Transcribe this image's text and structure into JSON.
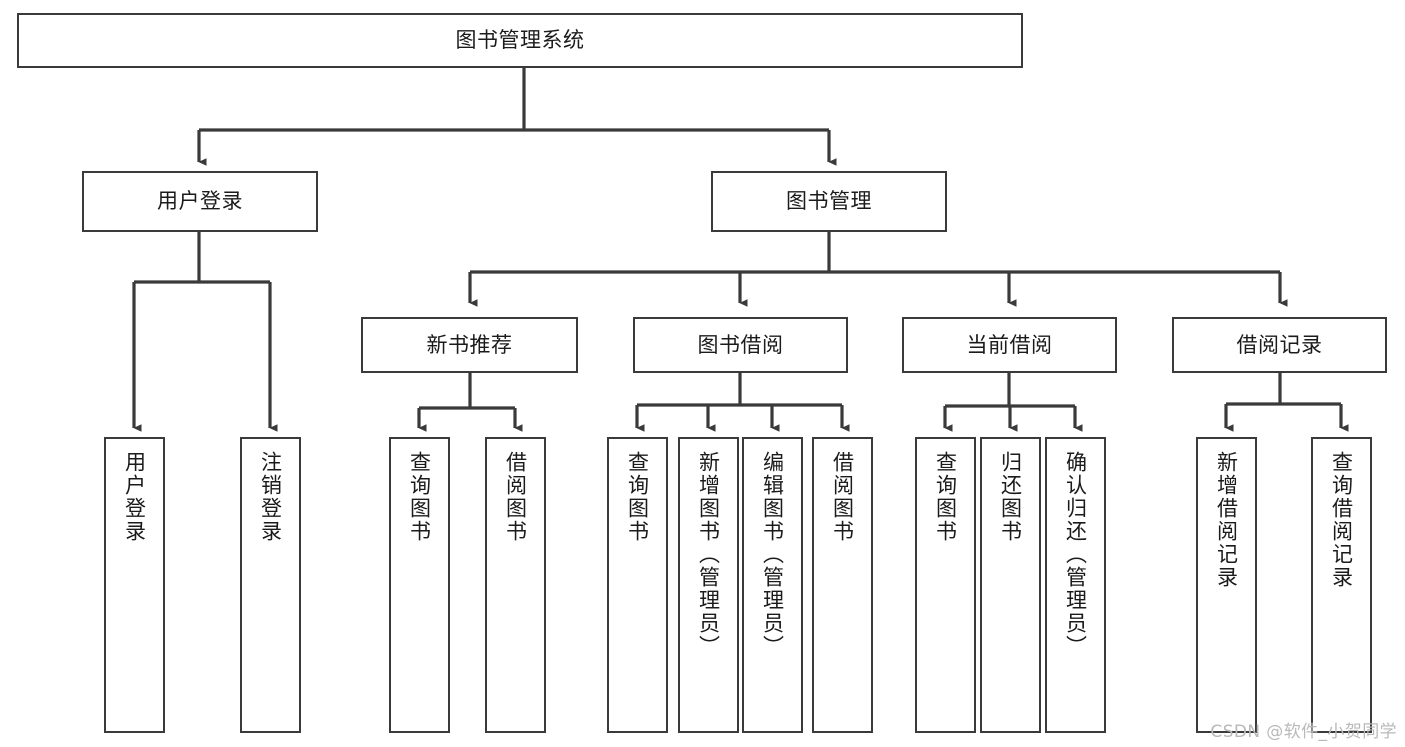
{
  "diagram": {
    "title_node": "图书管理系统",
    "type": "tree-hierarchy-chart",
    "background_color": "#ffffff",
    "stroke_color": "#3a3a3a",
    "text_color": "#1b1b1b",
    "watermark": "CSDN @软件_小贺同学",
    "levels": {
      "root": {
        "label": "图书管理系统"
      },
      "level2": [
        {
          "id": "user-login",
          "label": "用户登录"
        },
        {
          "id": "book-manage",
          "label": "图书管理"
        }
      ],
      "level3": [
        {
          "id": "new-book-recommend",
          "label": "新书推荐"
        },
        {
          "id": "book-borrow",
          "label": "图书借阅"
        },
        {
          "id": "current-borrow",
          "label": "当前借阅"
        },
        {
          "id": "borrow-record",
          "label": "借阅记录"
        }
      ],
      "leaves": {
        "user_login": [
          {
            "id": "leaf-user-login",
            "label": "用户登录"
          },
          {
            "id": "leaf-logout-login",
            "label": "注销登录"
          }
        ],
        "new_book_recommend": [
          {
            "id": "leaf-query-book-1",
            "label": "查询图书"
          },
          {
            "id": "leaf-borrow-book-1",
            "label": "借阅图书"
          }
        ],
        "book_borrow": [
          {
            "id": "leaf-query-book-2",
            "label": "查询图书"
          },
          {
            "id": "leaf-add-book-admin",
            "label": "新增图书（管理员）"
          },
          {
            "id": "leaf-edit-book-admin",
            "label": "编辑图书（管理员）"
          },
          {
            "id": "leaf-borrow-book-2",
            "label": "借阅图书"
          }
        ],
        "current_borrow": [
          {
            "id": "leaf-query-book-3",
            "label": "查询图书"
          },
          {
            "id": "leaf-return-book",
            "label": "归还图书"
          },
          {
            "id": "leaf-confirm-return-admin",
            "label": "确认归还（管理员）"
          }
        ],
        "borrow_record": [
          {
            "id": "leaf-add-borrow-record",
            "label": "新增借阅记录"
          },
          {
            "id": "leaf-query-borrow-record",
            "label": "查询借阅记录"
          }
        ]
      }
    }
  }
}
